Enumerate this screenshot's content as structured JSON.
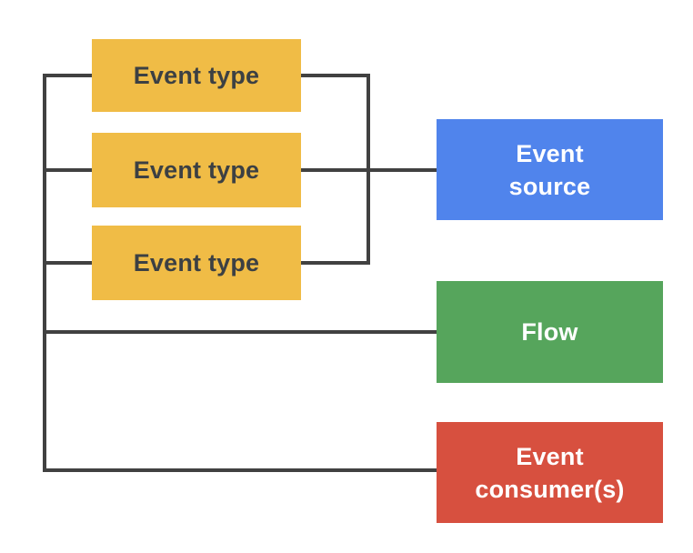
{
  "diagram": {
    "background_color": "#FFFFFF",
    "connector_color": "#414141",
    "nodes": {
      "event_type_1": {
        "lines": [
          "Event type"
        ],
        "label": "Event type",
        "color": "#F0BC46",
        "text_color": "#3C4043"
      },
      "event_type_2": {
        "lines": [
          "Event type"
        ],
        "label": "Event type",
        "color": "#F0BC46",
        "text_color": "#3C4043"
      },
      "event_type_3": {
        "lines": [
          "Event type"
        ],
        "label": "Event type",
        "color": "#F0BC46",
        "text_color": "#3C4043"
      },
      "event_source": {
        "lines": [
          "Event",
          "source"
        ],
        "label": "Event source",
        "color": "#5084EC",
        "text_color": "#FFFFFF"
      },
      "flow": {
        "lines": [
          "Flow"
        ],
        "label": "Flow",
        "color": "#56A55C",
        "text_color": "#FFFFFF"
      },
      "event_consumers": {
        "lines": [
          "Event",
          "consumer(s)"
        ],
        "label": "Event consumer(s)",
        "color": "#D7503F",
        "text_color": "#FFFFFF"
      }
    },
    "connections": {
      "right_bus": {
        "joins": [
          "event_type_1",
          "event_type_2",
          "event_type_3"
        ],
        "to": [
          "event_source"
        ]
      },
      "left_bus": {
        "joins": [
          "event_type_1",
          "event_type_2",
          "event_type_3"
        ],
        "to": [
          "flow",
          "event_consumers"
        ]
      }
    }
  }
}
